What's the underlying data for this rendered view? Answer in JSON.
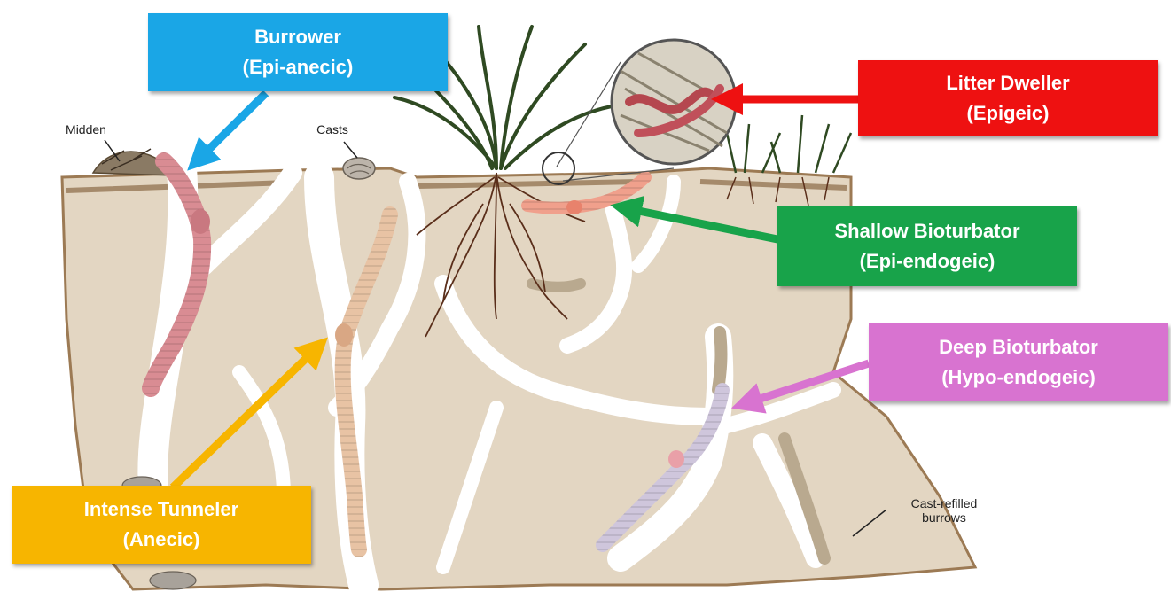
{
  "labels": {
    "burrower": {
      "title": "Burrower",
      "subtitle": "(Epi-anecic)",
      "color": "#1aa6e6"
    },
    "litter_dweller": {
      "title": "Litter Dweller",
      "subtitle": "(Epigeic)",
      "color": "#ee1111"
    },
    "shallow_bioturbator": {
      "title": "Shallow Bioturbator",
      "subtitle": "(Epi-endogeic)",
      "color": "#18a34a"
    },
    "deep_bioturbator": {
      "title": "Deep Bioturbator",
      "subtitle": "(Hypo-endogeic)",
      "color": "#d873d0"
    },
    "intense_tunneler": {
      "title": "Intense Tunneler",
      "subtitle": "(Anecic)",
      "color": "#f7b500"
    }
  },
  "annotations": {
    "midden": "Midden",
    "casts": "Casts",
    "cast_refilled_line1": "Cast-refilled",
    "cast_refilled_line2": "burrows"
  },
  "colors": {
    "soil": "#e3d6c2",
    "soil_edge": "#9c7a54",
    "burrow": "#ffffff",
    "worm_pink": "#d98c93",
    "worm_tan": "#e8c3a4",
    "worm_lavender": "#cfc6dc",
    "worm_red": "#b5474f",
    "grass": "#2f4a22",
    "roots": "#5a2e1a"
  }
}
